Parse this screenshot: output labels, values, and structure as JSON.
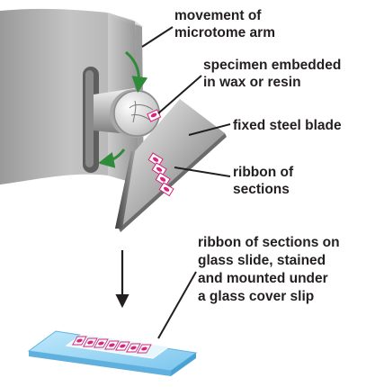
{
  "labels": {
    "arm_line1": "movement of",
    "arm_line2": "microtome arm",
    "specimen_line1": "specimen embedded",
    "specimen_line2": "in wax or resin",
    "blade": "fixed steel blade",
    "ribbon_line1": "ribbon of",
    "ribbon_line2": "sections",
    "slide_line1": "ribbon of sections on",
    "slide_line2": "glass slide, stained",
    "slide_line3": "and mounted under",
    "slide_line4": "a glass cover slip"
  },
  "colors": {
    "background": "#ffffff",
    "machine_gray": "#b5b5b5",
    "blade_dark": "#555555",
    "specimen_pink": "#d6257a",
    "rotation_arrow_green": "#2e8b3a",
    "glass_slide_blue": "#8fd1f2",
    "label_text": "#231f20"
  },
  "icons": {
    "rotation_arrows": "curved-arrow-icon",
    "process_arrow": "arrow-down-icon"
  }
}
